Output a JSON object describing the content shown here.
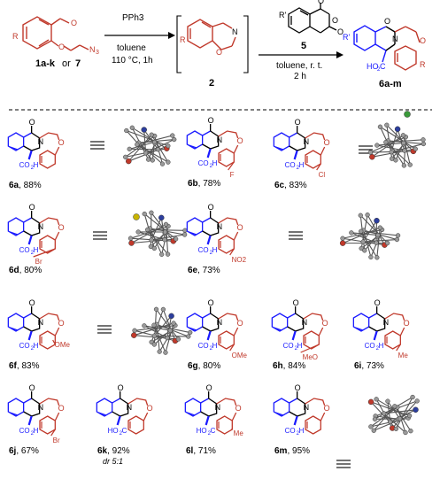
{
  "scheme": {
    "step1": {
      "substrate_label": "1a-k",
      "substrate_alt": "7",
      "reagent": "PPh3",
      "solvent": "toluene",
      "conditions": "110 °C, 1h",
      "intermediate_label": "2"
    },
    "step2": {
      "reagent_label": "5",
      "solvent": "toluene, r. t.",
      "time": "2 h",
      "product_label": "6a-m"
    }
  },
  "products": [
    {
      "id": "6a",
      "yield": "88%",
      "substituent": "",
      "has_crystal": true
    },
    {
      "id": "6b",
      "yield": "78%",
      "substituent": "F",
      "has_crystal": false
    },
    {
      "id": "6c",
      "yield": "83%",
      "substituent": "Cl",
      "has_crystal": true
    },
    {
      "id": "6d",
      "yield": "80%",
      "substituent": "Br",
      "has_crystal": true
    },
    {
      "id": "6e",
      "yield": "73%",
      "substituent": "NO2",
      "has_crystal": true
    },
    {
      "id": "6f",
      "yield": "83%",
      "substituent": "OMe",
      "has_crystal": true
    },
    {
      "id": "6g",
      "yield": "80%",
      "substituent": "OMe",
      "has_crystal": false
    },
    {
      "id": "6h",
      "yield": "84%",
      "substituent": "MeO",
      "has_crystal": false
    },
    {
      "id": "6i",
      "yield": "73%",
      "substituent": "Me",
      "has_crystal": false
    },
    {
      "id": "6j",
      "yield": "67%",
      "substituent": "Br",
      "has_crystal": false
    },
    {
      "id": "6k",
      "yield": "92%",
      "substituent": "",
      "dr": "dr 5:1",
      "has_crystal": false
    },
    {
      "id": "6l",
      "yield": "71%",
      "substituent": "Me",
      "has_crystal": false
    },
    {
      "id": "6m",
      "yield": "95%",
      "substituent": "",
      "has_crystal": true
    }
  ],
  "atoms": {
    "O": "O",
    "N": "N",
    "N3": "N",
    "R": "R",
    "Rp": "R'",
    "CO2H": "CO",
    "HO2C": "HO",
    "F": "F",
    "Cl": "Cl",
    "Br": "Br",
    "Me": "Me",
    "OMe": "OMe",
    "MeO": "MeO",
    "NO2": "NO"
  },
  "colors": {
    "blue": "#1a1aff",
    "red": "#c0392b",
    "black": "#000000",
    "crystal_carbon": "#9a9a9a",
    "crystal_oxygen": "#c0392b",
    "crystal_nitrogen": "#2c3e9e",
    "crystal_halogen_cl": "#3a9a3a",
    "crystal_halogen_br": "#c8b400",
    "crystal_nitro": "#c0392b"
  }
}
